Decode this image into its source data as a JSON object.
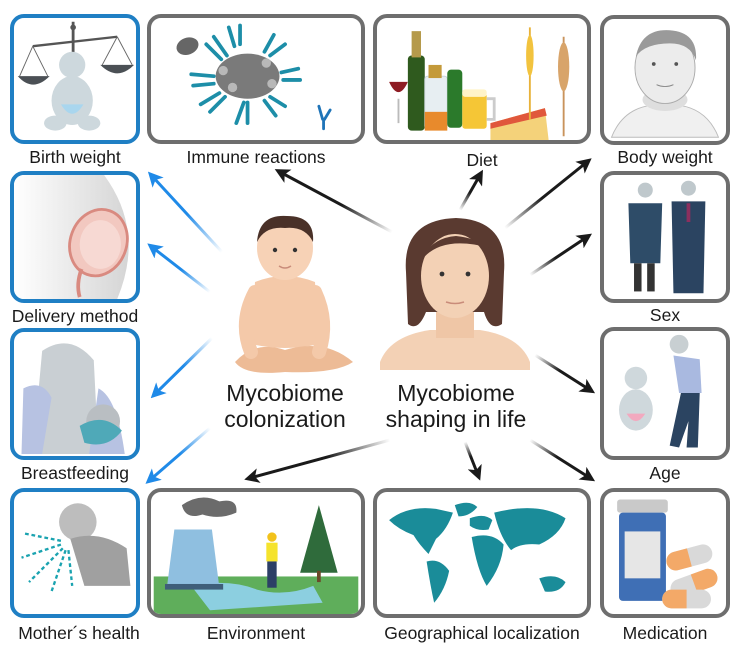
{
  "diagram": {
    "colors": {
      "early_life_border": "#1f7fc4",
      "later_life_border": "#6e6e6e",
      "early_life_arrow": "#1f8ae8",
      "later_life_arrow": "#1a1a1a",
      "teal_accent": "#1a8c99"
    },
    "centers": {
      "infant": {
        "label_line1": "Mycobiome",
        "label_line2": "colonization"
      },
      "adult": {
        "label_line1": "Mycobiome",
        "label_line2": "shaping in life"
      }
    },
    "early_life_factors": [
      {
        "label": "Birth weight",
        "icon": "scale-with-baby-icon"
      },
      {
        "label": "Delivery method",
        "icon": "pregnant-womb-icon"
      },
      {
        "label": "Breastfeeding",
        "icon": "breastfeeding-mother-icon"
      },
      {
        "label": "Mother´s health",
        "icon": "sneezing-person-icon"
      }
    ],
    "later_life_factors": [
      {
        "label": "Immune reactions",
        "icon": "antibodies-binding-cell-icon"
      },
      {
        "label": "Diet",
        "icon": "alcohol-cheese-grain-icon"
      },
      {
        "label": "Body weight",
        "icon": "overweight-man-icon"
      },
      {
        "label": "Sex",
        "icon": "woman-and-man-suits-icon"
      },
      {
        "label": "Age",
        "icon": "baby-and-elderly-icon"
      },
      {
        "label": "Medication",
        "icon": "pill-bottle-capsules-icon"
      },
      {
        "label": "Geographical localization",
        "icon": "world-map-icon"
      },
      {
        "label": "Environment",
        "icon": "factory-river-worker-tree-icon"
      }
    ]
  }
}
